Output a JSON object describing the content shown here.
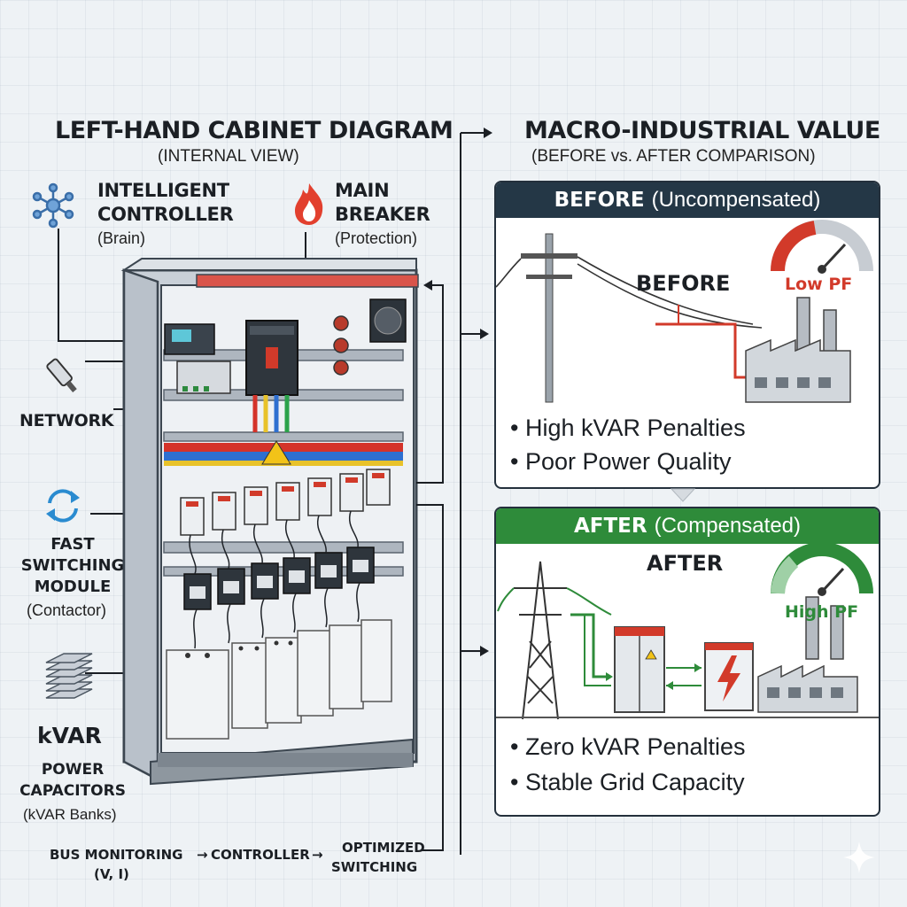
{
  "left": {
    "title": "LEFT-HAND CABINET DIAGRAM",
    "subtitle": "(INTERNAL VIEW)",
    "controller": {
      "line1": "INTELLIGENT",
      "line2": "CONTROLLER",
      "paren": "(Brain)"
    },
    "breaker": {
      "line1": "MAIN",
      "line2": "BREAKER",
      "paren": "(Protection)"
    },
    "network": "NETWORK",
    "switching": {
      "line1": "FAST",
      "line2": "SWITCHING",
      "line3": "MODULE",
      "paren": "(Contactor)"
    },
    "capacitors": {
      "kvar": "kVAR",
      "line1": "POWER",
      "line2": "CAPACITORS",
      "paren": "(kVAR Banks)"
    },
    "flow": {
      "step1": "BUS MONITORING",
      "step1b": "(V, I)",
      "step2": "CONTROLLER",
      "step3a": "OPTIMIZED",
      "step3b": "SWITCHING",
      "arrow": "→"
    }
  },
  "right": {
    "title": "MACRO-INDUSTRIAL VALUE",
    "subtitle": "(BEFORE vs. AFTER COMPARISON)",
    "before": {
      "header_bold": "BEFORE",
      "header_rest": "(Uncompensated)",
      "tag": "BEFORE",
      "gauge": "Low PF",
      "bullets": [
        "• High kVAR Penalties",
        "• Poor Power Quality"
      ]
    },
    "after": {
      "header_bold": "AFTER",
      "header_rest": "(Compensated)",
      "tag": "AFTER",
      "gauge": "High PF",
      "bullets": [
        "• Zero kVAR Penalties",
        "• Stable Grid Capacity"
      ]
    }
  },
  "colors": {
    "navy": "#243746",
    "green": "#2e8b3a",
    "red": "#d23a2a",
    "accent_gray": "#3a4a56"
  }
}
